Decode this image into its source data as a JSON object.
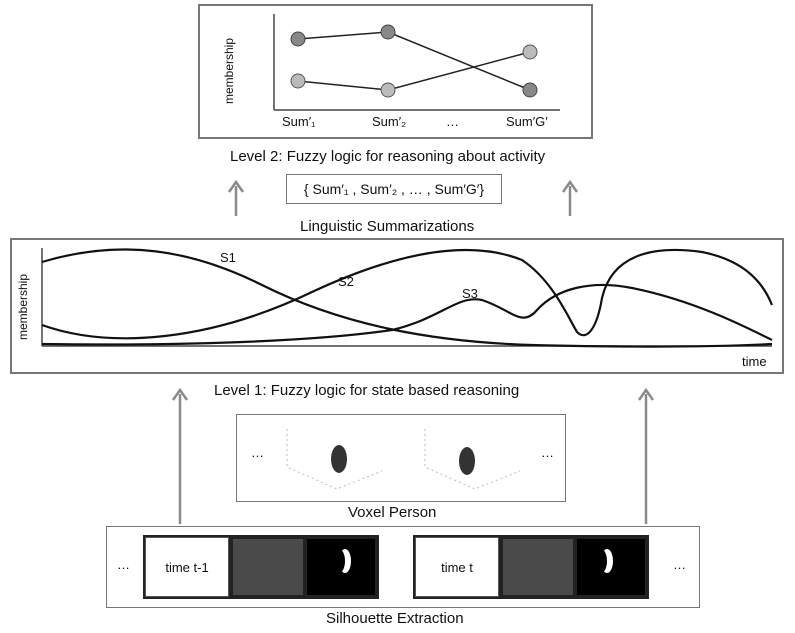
{
  "level2": {
    "ylabel": "membership",
    "ticks": [
      "Sum′₁",
      "Sum′₂",
      "…",
      "Sum′G′"
    ],
    "title": "Level 2: Fuzzy logic for reasoning about activity"
  },
  "summary_set": "{ Sum′₁ , Sum′₂ , … , Sum′G′}",
  "linguistic_label": "Linguistic Summarizations",
  "level1": {
    "ylabel": "membership",
    "xlabel": "time",
    "curve_labels": [
      "S1",
      "S2",
      "S3"
    ],
    "title": "Level 1: Fuzzy logic for state based reasoning"
  },
  "voxel": {
    "label": "Voxel Person",
    "ellipsis_left": "…",
    "ellipsis_right": "…"
  },
  "silhouette": {
    "label": "Silhouette Extraction",
    "frames": [
      "time t-1",
      "time t"
    ],
    "ellipsis_left": "…",
    "ellipsis_right": "…"
  },
  "colors": {
    "border": "#777777",
    "arrow": "#8a8a8a",
    "curve": "#111111",
    "dot": "#888888"
  }
}
